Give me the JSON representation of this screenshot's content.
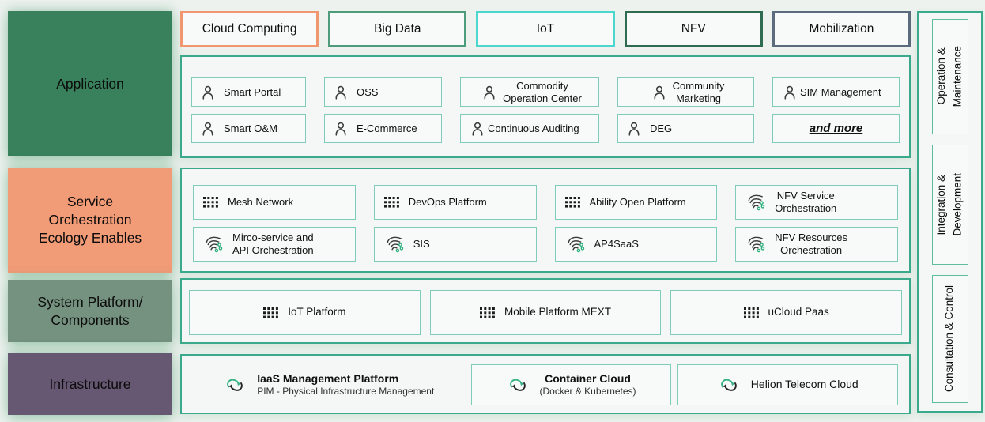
{
  "left_labels": [
    {
      "label": "Application",
      "color": "#38815c"
    },
    {
      "label": "Service\nOrchestration\nEcology Enables",
      "color": "#f29b77"
    },
    {
      "label": "System Platform/\nComponents",
      "color": "#75917f"
    },
    {
      "label": "Infrastructure",
      "color": "#665772"
    }
  ],
  "tabs": [
    {
      "label": "Cloud Computing",
      "border": "#f0976f"
    },
    {
      "label": "Big Data",
      "border": "#4e9c7c"
    },
    {
      "label": "IoT",
      "border": "#4cd7ce"
    },
    {
      "label": "NFV",
      "border": "#2f6b51"
    },
    {
      "label": "Mobilization",
      "border": "#5c6b7d"
    }
  ],
  "application": {
    "rows": [
      [
        "Smart Portal",
        "OSS",
        "Commodity\nOperation Center",
        "Community\nMarketing",
        "SIM Management"
      ],
      [
        "Smart O&M",
        "E-Commerce",
        "Continuous Auditing",
        "DEG",
        "and more"
      ]
    ]
  },
  "service_orchestration": {
    "rows": [
      [
        "Mesh Network",
        "DevOps Platform",
        "Ability Open Platform",
        "NFV Service\nOrchestration"
      ],
      [
        "Mirco-service and\nAPI Orchestration",
        "SIS",
        "AP4SaaS",
        "NFV Resources\nOrchestration"
      ]
    ]
  },
  "system_platform": {
    "items": [
      "IoT Platform",
      "Mobile Platform MEXT",
      "uCloud Paas"
    ]
  },
  "infrastructure": {
    "items": [
      {
        "title": "IaaS Management Platform",
        "subtitle": "PIM - Physical Infrastructure Management"
      },
      {
        "title": "Container Cloud",
        "subtitle": "(Docker & Kubernetes)"
      },
      {
        "title": "Helion Telecom Cloud",
        "subtitle": ""
      }
    ]
  },
  "sidebar": {
    "items": [
      "Operation &\nMaintenance",
      "Integration &\nDevelopment",
      "Consultation & Control"
    ]
  },
  "icons": {
    "person": "person-icon",
    "grid": "grid-apps-icon",
    "swirl": "orchestration-swirl-icon",
    "cloud": "cloud-sync-icon"
  },
  "colors": {
    "container_border": "#3aa98c",
    "item_border": "#7fccb8",
    "background": "#eef2ef",
    "icon_green": "#2faf7e"
  }
}
